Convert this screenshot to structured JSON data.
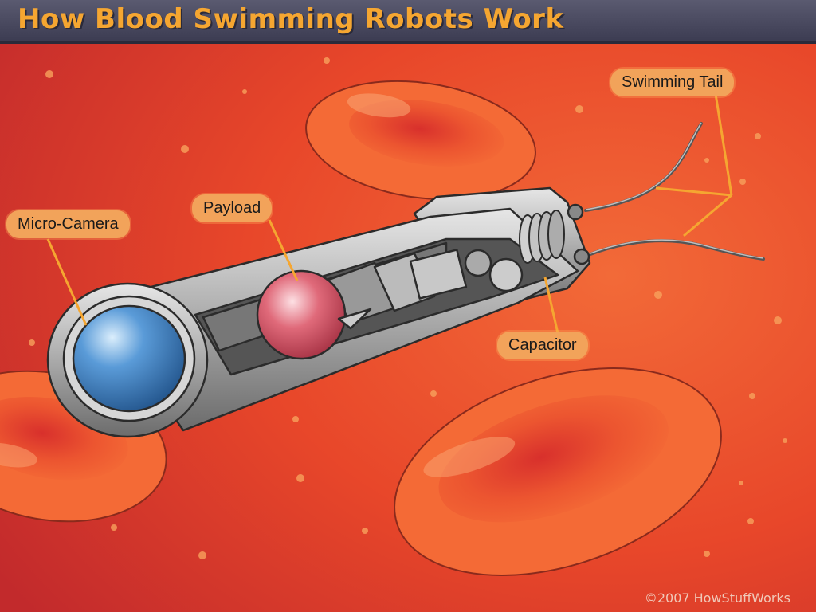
{
  "title": "How Blood Swimming Robots Work",
  "labels": {
    "micro_camera": "Micro-Camera",
    "payload": "Payload",
    "capacitor": "Capacitor",
    "swimming_tail": "Swimming Tail"
  },
  "credit": "©2007 HowStuffWorks",
  "colors": {
    "background": "#e8442a",
    "title_bar": "#4a4a60",
    "title_text": "#f5a631",
    "callout": "#f2a35a",
    "leader_line": "#f5a631",
    "blood_cell": "#f05a2c",
    "camera_lens": "#2f6fb0",
    "payload_sphere": "#d94a5e",
    "robot_body": "#a8a8a8"
  }
}
